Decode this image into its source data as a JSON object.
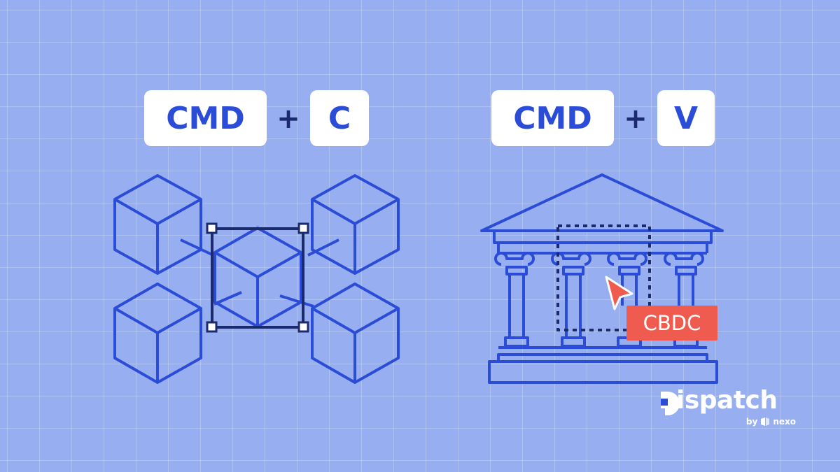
{
  "shortcuts": {
    "copy": {
      "modifier": "CMD",
      "plus": "+",
      "key": "C"
    },
    "paste": {
      "modifier": "CMD",
      "plus": "+",
      "key": "V"
    }
  },
  "badge": {
    "label": "CBDC",
    "color": "#ef5c4f"
  },
  "brand": {
    "name": "ispatch",
    "sub_prefix": "by",
    "sub_name": "nexo"
  },
  "colors": {
    "background": "#97aff0",
    "line": "#2a4cd7",
    "key_text": "#2a4cd7",
    "selection": "#1a2a6c"
  },
  "icons": [
    "blockchain-cubes-icon",
    "bank-building-icon",
    "cursor-arrow-icon",
    "nexo-logo-icon"
  ]
}
